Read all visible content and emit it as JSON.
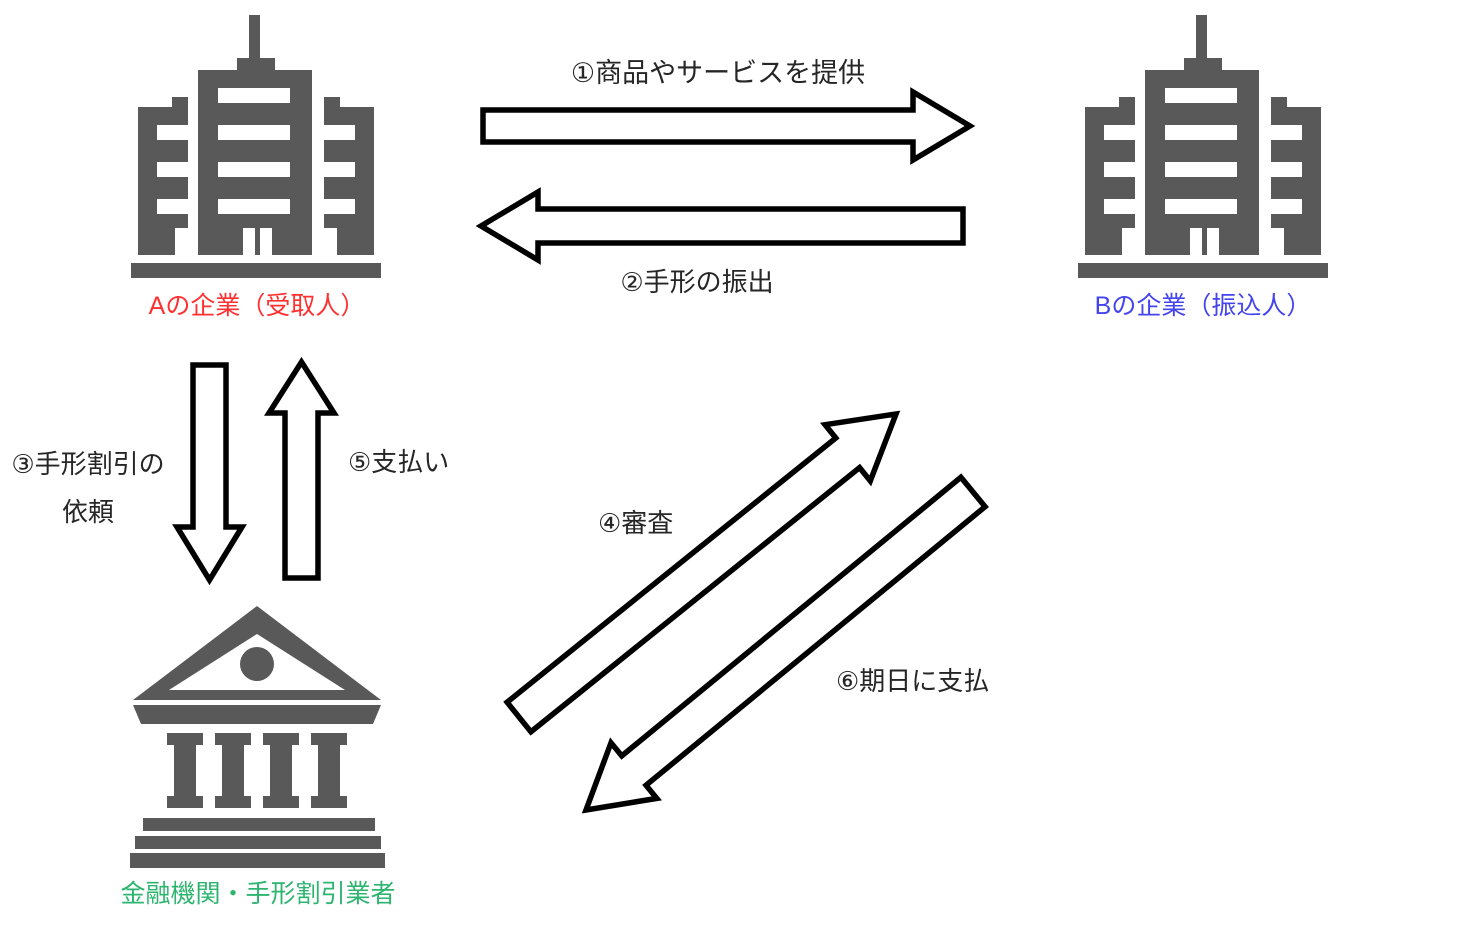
{
  "diagram": {
    "background_color": "#ffffff",
    "icon_color": "#595959",
    "arrow_outline_color": "#000000",
    "flow_label_color": "#262626",
    "nodes": {
      "company_a": {
        "label": "Aの企業（受取人）",
        "text_color": "#ff3030",
        "icon": "office-building"
      },
      "company_b": {
        "label": "Bの企業（振込人）",
        "text_color": "#4444ee",
        "icon": "office-building"
      },
      "bank": {
        "label": "金融機関・手形割引業者",
        "text_color": "#2db570",
        "icon": "bank-building"
      }
    },
    "flows": {
      "provide_goods": {
        "label": "①商品やサービスを提供",
        "from": "company_a",
        "to": "company_b"
      },
      "issue_note": {
        "label": "②手形の振出",
        "from": "company_b",
        "to": "company_a"
      },
      "discount_request": {
        "label_line1": "③手形割引の",
        "label_line2": "依頼",
        "from": "company_a",
        "to": "bank"
      },
      "screening": {
        "label": "④審査",
        "from": "bank",
        "to": "company_b"
      },
      "payment": {
        "label": "⑤支払い",
        "from": "bank",
        "to": "company_a"
      },
      "due_date_payment": {
        "label": "⑥期日に支払",
        "from": "company_b",
        "to": "bank"
      }
    }
  }
}
